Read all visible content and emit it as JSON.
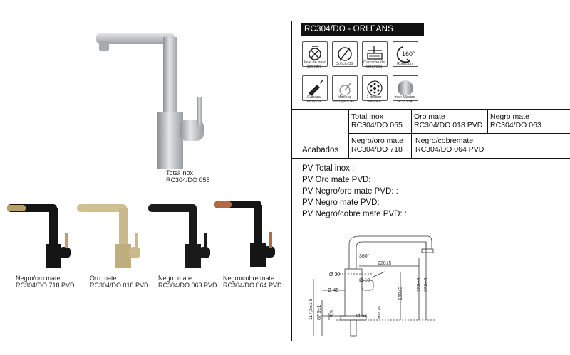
{
  "product": {
    "title": "RC304/DO - ORLEANS",
    "main_image": {
      "caption_name": "Total inox",
      "caption_code": "RC304/DO 055"
    },
    "variants": [
      {
        "name": "Negro/oro mate",
        "code": "RC304/DO 718 PVD",
        "body_color": "#111111",
        "accent_color": "#b8a06a"
      },
      {
        "name": "Oro mate",
        "code": "RC304/DO 018 PVD",
        "body_color": "#c9b98c",
        "accent_color": "#c9b98c"
      },
      {
        "name": "Negro mate",
        "code": "RC304/DO 063 PVD",
        "body_color": "#1a1a1a",
        "accent_color": "#1a1a1a"
      },
      {
        "name": "Negro/cobre mate",
        "code": "RC304/DO 064 PVD",
        "body_color": "#151515",
        "accent_color": "#b06a45"
      }
    ]
  },
  "features": [
    {
      "icon": "valve-filter-icon",
      "label": "Llave de paso con filtro"
    },
    {
      "icon": "hole-diameter-icon",
      "label": "Orificio 35"
    },
    {
      "icon": "ceramic-cartridge-icon",
      "label": "Cartucho de cerámica"
    },
    {
      "icon": "rotation-icon",
      "label": "Rotación",
      "badge": "160°"
    },
    {
      "icon": "pull-out-head-icon",
      "label": "Cabezal extraíble"
    },
    {
      "icon": "eco-handle-icon",
      "label": "Maneta ecológica 45°"
    },
    {
      "icon": "neoperl-diffuser-icon",
      "label": "1 difusor Neoperl"
    },
    {
      "icon": "stainless-steel-icon",
      "label": "Inox Macizo AISI 304"
    }
  ],
  "finishes": {
    "label": "Acabados",
    "row1": [
      {
        "name": "Total Inox",
        "code": "RC304/DO 055"
      },
      {
        "name": "Oro mate",
        "code": "RC304/DO 018 PVD"
      },
      {
        "name": "Negro mate",
        "code": "RC304/DO 063"
      }
    ],
    "row2": [
      {
        "name": "Negro/oro mate",
        "code": "RC304/DO 718"
      },
      {
        "name": "Negro/cobremate",
        "code": "RC304/DO 064 PVD"
      }
    ]
  },
  "prices": [
    "PV Total inox :",
    "PV Oro mate PVD:",
    "PV Negro/oro mate PVD: :",
    "PV Negro mate PVD:",
    "PV Negro/cobre mate PVD: :"
  ],
  "drawing": {
    "dims": {
      "rotation": "360°",
      "reach": "220±5",
      "d30": "Ø 30",
      "d10": "Ø 10",
      "d45": "Ø 45",
      "d54": "Ø 54",
      "h160": "160±3",
      "h255": "255±5",
      "h290": "290±5",
      "h117": "117,5±1,5",
      "h67": "67,5±1",
      "h8": "8,5",
      "max": "Max 45"
    }
  }
}
